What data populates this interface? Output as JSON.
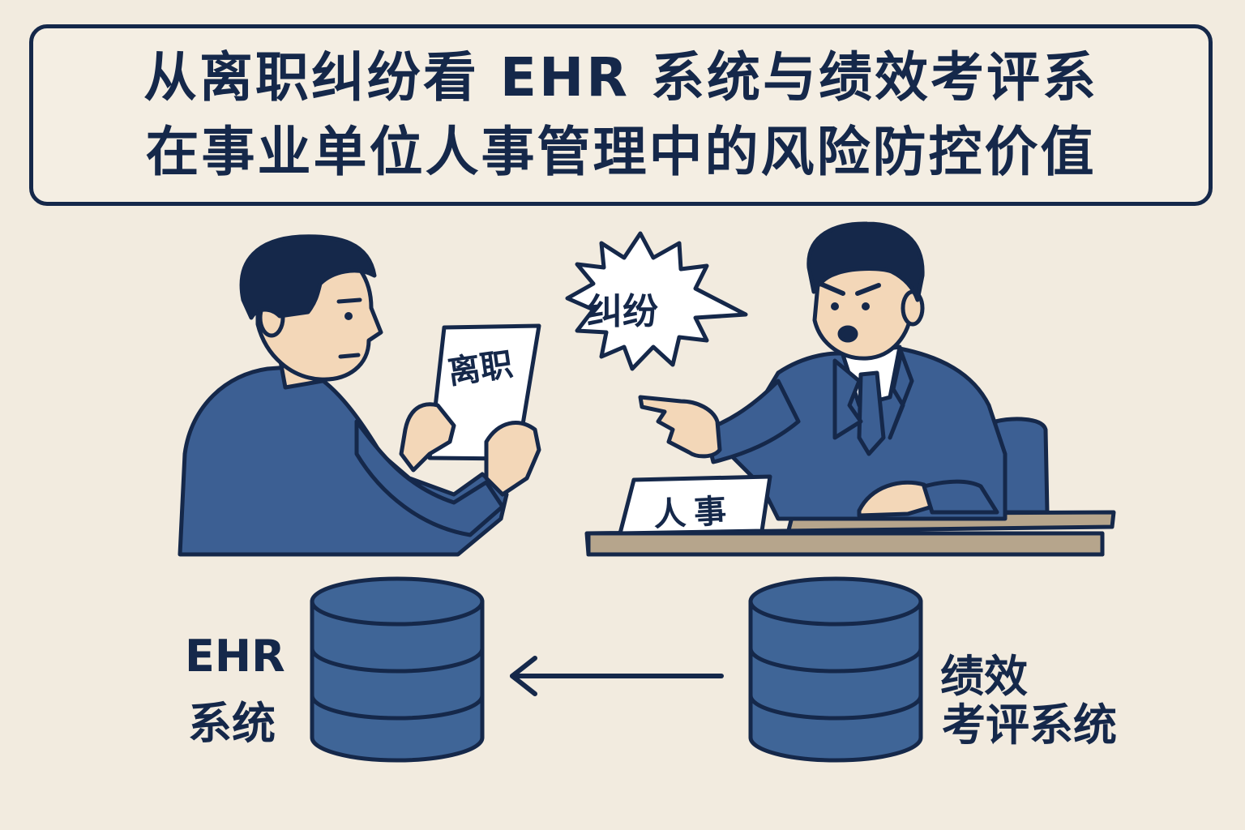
{
  "title": {
    "line1": "从离职纠纷看 EHR 系统与绩效考评系",
    "line2": "在事业单位人事管理中的风险防控价值"
  },
  "illustration": {
    "document_label": "离职",
    "speech_bubble": "纠纷",
    "nameplate": "人事"
  },
  "systems": {
    "ehr_line1": "EHR",
    "ehr_line2": "系统",
    "performance_line1": "绩效",
    "performance_line2": "考评系统"
  },
  "colors": {
    "background": "#f2ebdf",
    "navy": "#15284a",
    "suit_blue": "#3c5f93",
    "skin": "#f3d7b8",
    "database_blue": "#3f6597",
    "desk": "#b6a58c"
  }
}
